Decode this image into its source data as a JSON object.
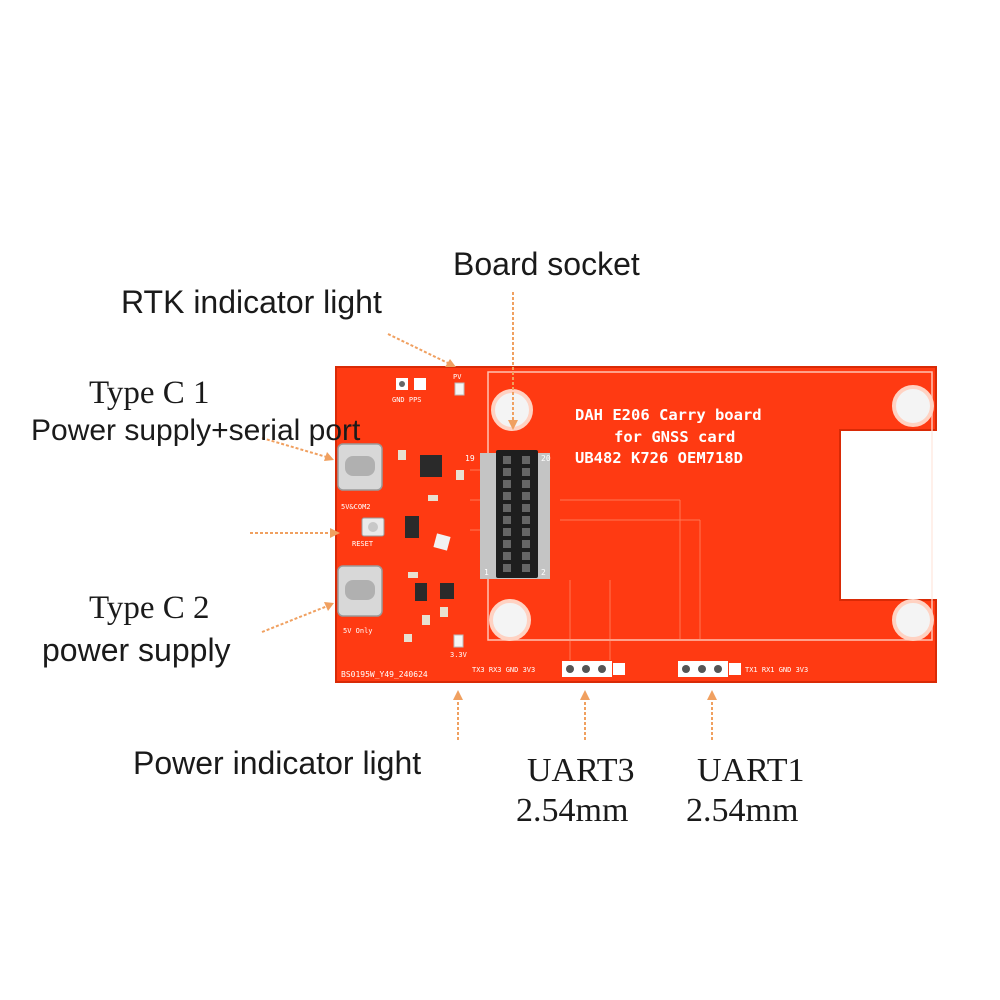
{
  "callouts": {
    "board_socket": "Board socket",
    "rtk_light": "RTK indicator light",
    "typec1_title": "Type C 1",
    "typec1_sub": "Power supply+serial port",
    "typec2_title": "Type C 2",
    "typec2_sub": "power supply",
    "power_light": "Power indicator light",
    "uart3_title": "UART3",
    "uart3_pitch": "2.54mm",
    "uart1_title": "UART1",
    "uart1_pitch": "2.54mm"
  },
  "board": {
    "title_line1": "DAH E206 Carry board",
    "title_line2": "for GNSS card",
    "title_line3": "UB482 K726 OEM718D",
    "silk_gnd_pps": "GND PPS",
    "silk_pv": "PV",
    "silk_5v_com2": "5V&COM2",
    "silk_reset": "RESET",
    "silk_5v_only": "5V Only",
    "silk_3v3": "3.3V",
    "silk_serial": "BS0195W_Y49_240624",
    "silk_uart3_pins": "TX3 RX3 GND 3V3",
    "silk_uart1_pins": "TX1 RX1 GND 3V3",
    "pin_19": "19",
    "pin_20": "20",
    "pin_1": "1",
    "pin_2": "2"
  },
  "colors": {
    "pcb": "#ff3a12",
    "pcb_dark": "#e22a08",
    "silkscreen": "#ffffff",
    "arrow": "#f0a060",
    "header": "#1e1e1e"
  }
}
